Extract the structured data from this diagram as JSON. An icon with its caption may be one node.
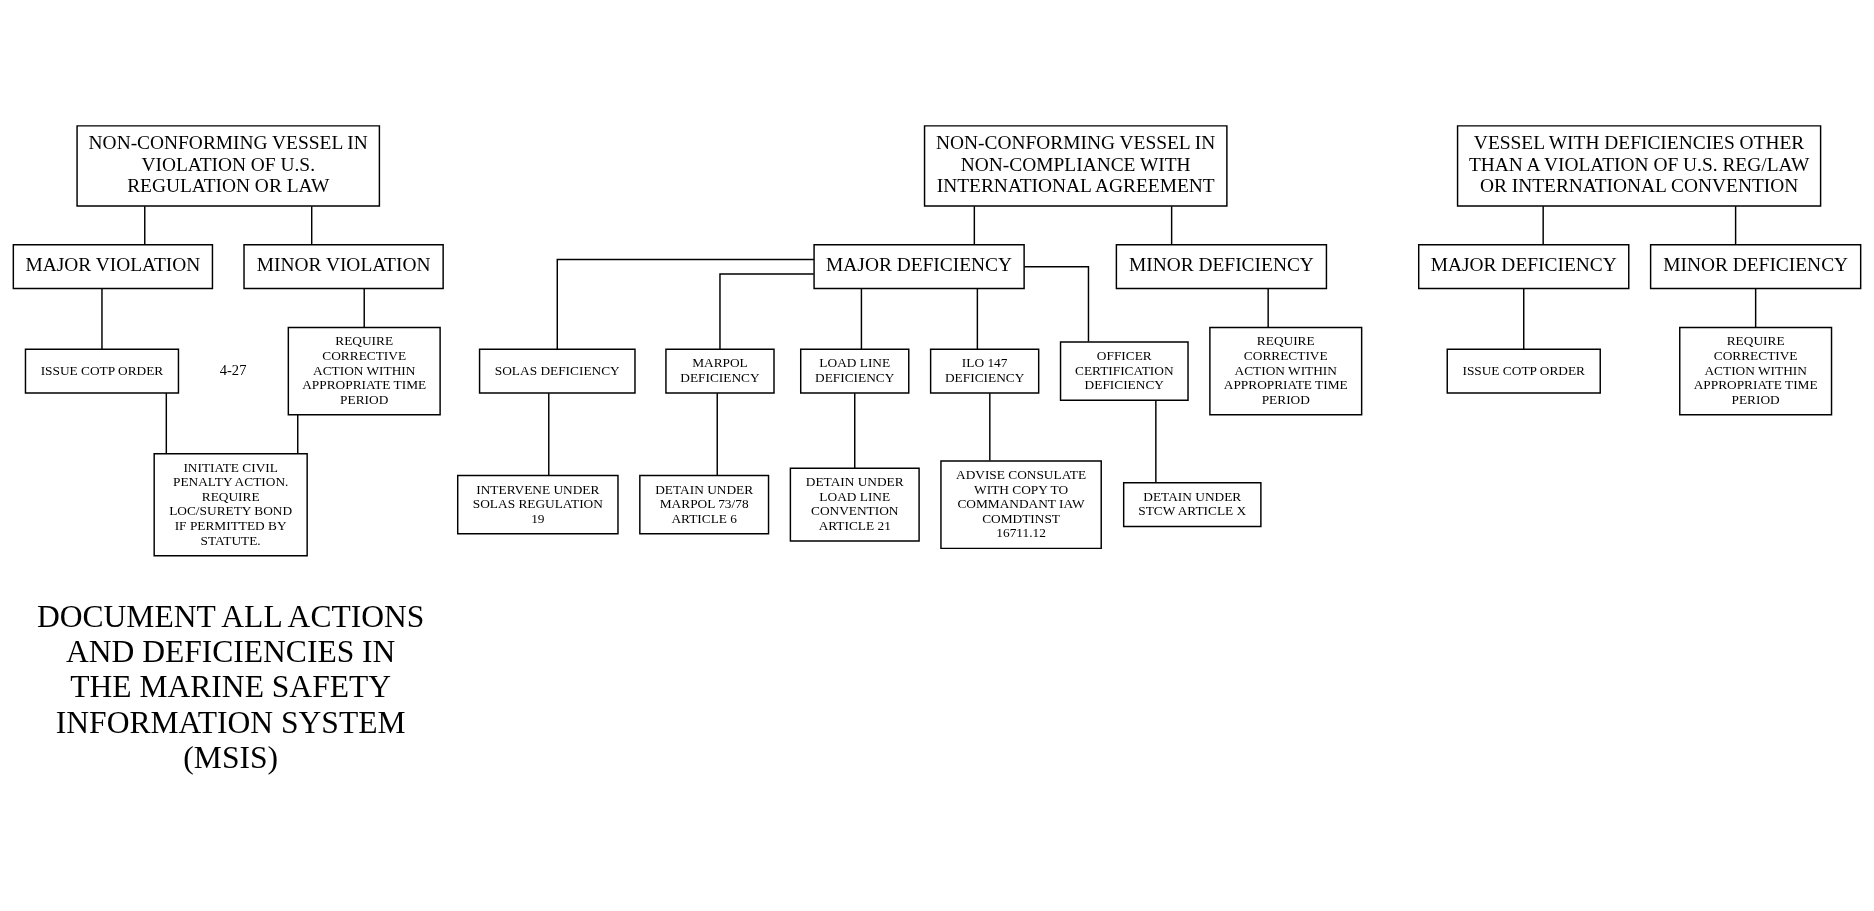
{
  "diagram": {
    "nodes": [
      {
        "text": [
          "NON-CONFORMING VESSEL IN VIOLATION OF U.S. REGULATION OR LAW"
        ]
      },
      {
        "text": [
          "NON-CONFORMING VESSEL IN NON-COMPLIANCE WITH INTERNATIONAL AGREEMENT"
        ]
      },
      {
        "text": [
          "VESSEL WITH DEFICIENCIES OTHER THAN A VIOLATION OF U.S. REG/LAW OR INTERNATIONAL CONVENTION"
        ]
      },
      {
        "text": [
          "MAJOR VIOLATION"
        ]
      },
      {
        "text": [
          "MINOR VIOLATION"
        ]
      },
      {
        "text": [
          "MAJOR DEFICIENCY"
        ]
      },
      {
        "text": [
          "MINOR DEFICIENCY"
        ]
      },
      {
        "text": [
          "MAJOR DEFICIENCY"
        ]
      },
      {
        "text": [
          "MINOR DEFICIENCY"
        ]
      },
      {
        "text": [
          "ISSUE COTP ORDER"
        ]
      },
      {
        "text": [
          "REQUIRE CORRECTIVE ACTION WITHIN APPROPRIATE TIME PERIOD"
        ]
      },
      {
        "text": [
          "SOLAS DEFICIENCY"
        ]
      },
      {
        "text": [
          "MARPOL DEFICIENCY"
        ]
      },
      {
        "text": [
          "LOAD LINE DEFICIENCY"
        ]
      },
      {
        "text": [
          "ILO 147 DEFICIENCY"
        ]
      },
      {
        "text": [
          "OFFICER CERTIFICATION DEFICIENCY"
        ]
      },
      {
        "text": [
          "ISSUE COTP ORDER"
        ]
      },
      {
        "text": [
          "REQUIRE CORRECTIVE ACTION WITHIN APPROPRIATE TIME PERIOD"
        ]
      },
      {
        "text": [
          "INTERVENE UNDER SOLAS REGULATION 19"
        ]
      },
      {
        "text": [
          "DETAIN UNDER LOAD LINE CONVENTION ARTICLE 21"
        ]
      },
      {
        "text": [
          "DETAIN UNDER STCW ARTICLE X"
        ]
      },
      {
        "text": [
          "INITIATE CIVIL PENALTY ACTION. REQUIRE LOC/SURETY BOND IF PERMITTED BY STATUTE."
        ]
      },
      {
        "text": [
          "DETAIN UNDER MARPOL 73/78 ARTICLE 6"
        ]
      },
      {
        "text": [
          "ADVISE CONSULATE WITH COPY TO COMMANDANT IAW COMDTINST 16711.12"
        ]
      },
      {
        "text": [
          "REQUIRE CORRECTIVE ACTION WITHIN APPROPRIATE TIME PERIOD"
        ]
      }
    ],
    "edges": [
      {
        "from": 0,
        "to": 3,
        "arrow": "none"
      },
      {
        "from": 0,
        "to": 4,
        "arrow": "none"
      },
      {
        "from": 1,
        "to": 5,
        "arrow": "none"
      },
      {
        "from": 1,
        "to": 6,
        "arrow": "none"
      },
      {
        "from": 2,
        "to": 7,
        "arrow": "none"
      },
      {
        "from": 2,
        "to": 8,
        "arrow": "none"
      },
      {
        "from": 3,
        "to": 9,
        "arrow": "none"
      },
      {
        "from": 4,
        "to": 10,
        "arrow": "none"
      },
      {
        "from": 5,
        "to": 11,
        "arrow": "none"
      },
      {
        "from": 5,
        "to": 12,
        "arrow": "none"
      },
      {
        "from": 5,
        "to": 13,
        "arrow": "none"
      },
      {
        "from": 5,
        "to": 14,
        "arrow": "none"
      },
      {
        "from": 5,
        "to": 15,
        "arrow": "none"
      },
      {
        "from": 7,
        "to": 16,
        "arrow": "none"
      },
      {
        "from": 8,
        "to": 17,
        "arrow": "none"
      },
      {
        "from": 11,
        "to": 18,
        "arrow": "none"
      },
      {
        "from": 13,
        "to": 19,
        "arrow": "none"
      },
      {
        "from": 15,
        "to": 20,
        "arrow": "none"
      },
      {
        "from": 9,
        "to": 21,
        "arrow": "none"
      },
      {
        "from": 10,
        "to": 21,
        "arrow": "none"
      },
      {
        "from": 12,
        "to": 22,
        "arrow": "none"
      },
      {
        "from": 14,
        "to": 23,
        "arrow": "none"
      },
      {
        "from": 6,
        "to": 24,
        "arrow": "none"
      }
    ],
    "labels": [
      "4-27",
      "DOCUMENT ALL ACTIONS AND DEFICIENCIES IN THE MARINE SAFETY INFORMATION SYSTEM (MSIS)"
    ]
  }
}
